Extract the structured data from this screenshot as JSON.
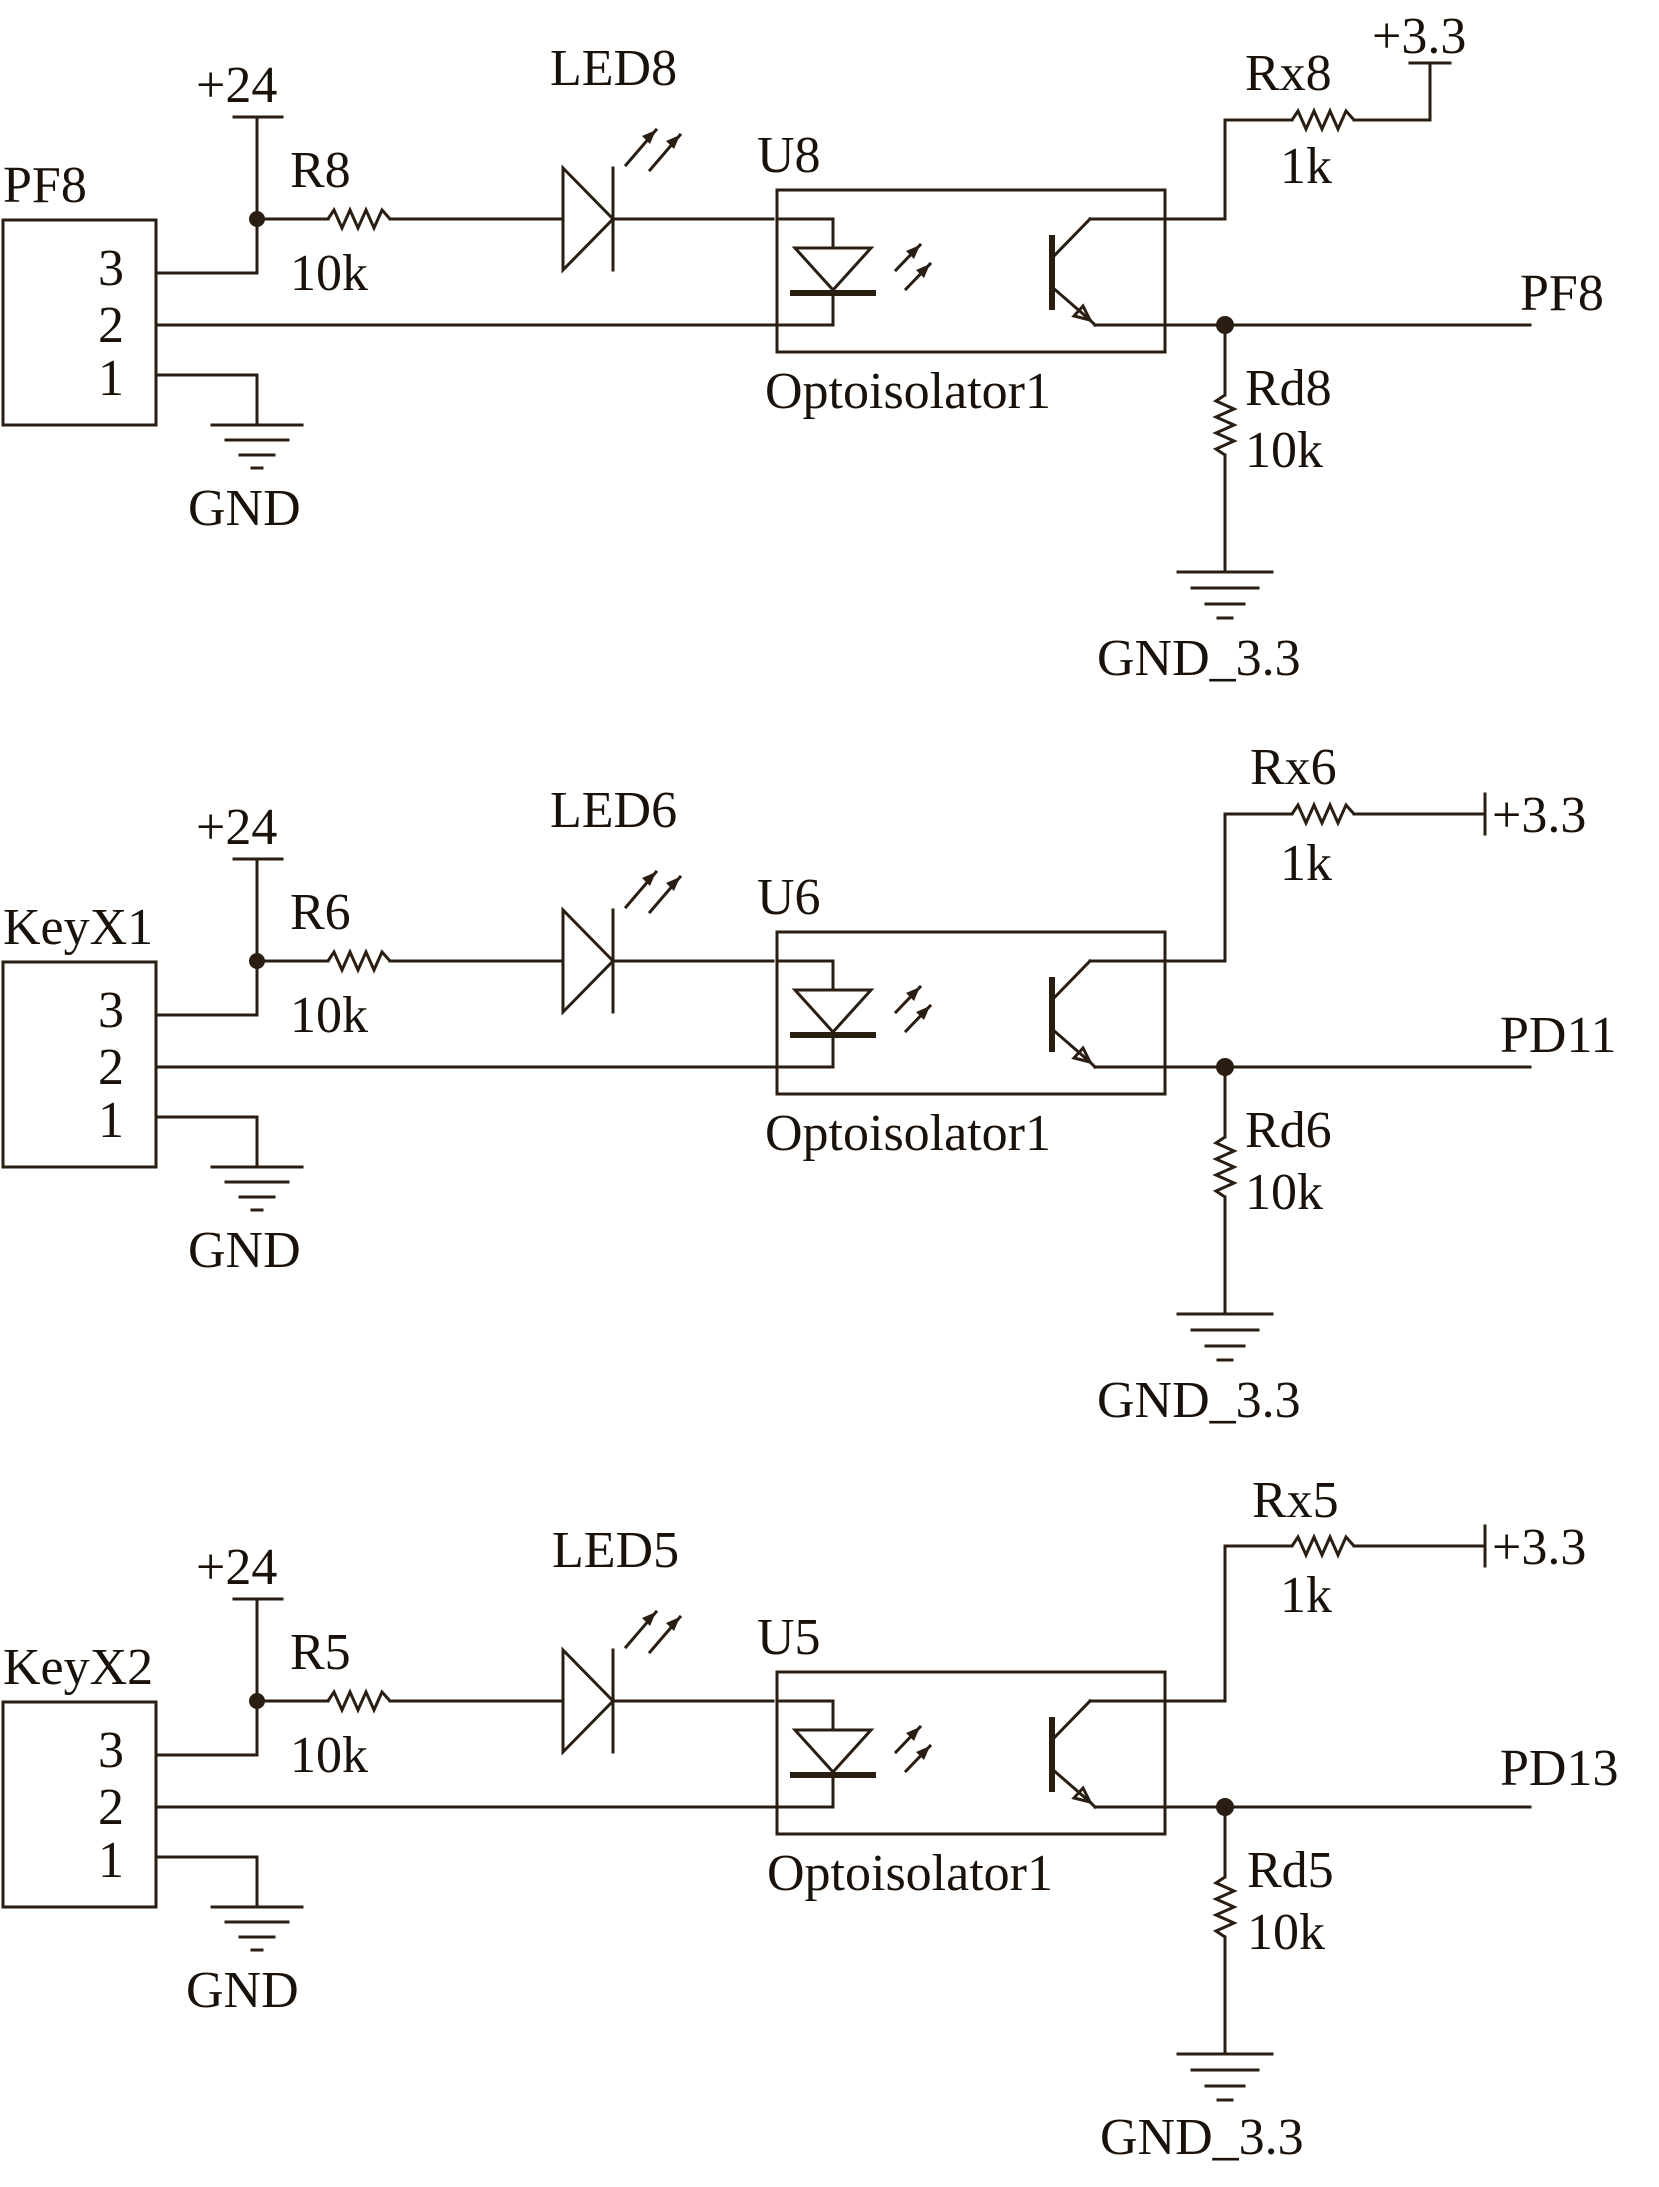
{
  "colors": {
    "ink": "#2a1d12",
    "background": "#ffffff"
  },
  "circuits": [
    {
      "connector": {
        "name": "PF8",
        "pins": [
          "3",
          "2",
          "1"
        ]
      },
      "supply": "+24",
      "ground": "GND",
      "resistor": {
        "name": "R8",
        "value": "10k"
      },
      "led": {
        "name": "LED8"
      },
      "optocoupler": {
        "name": "U8",
        "part": "Optoisolator1"
      },
      "pullup": {
        "name": "Rx8",
        "value": "1k",
        "supply": "+3.3"
      },
      "pulldown": {
        "name": "Rd8",
        "value": "10k",
        "ground": "GND_3.3"
      },
      "output": "PF8"
    },
    {
      "connector": {
        "name": "KeyX1",
        "pins": [
          "3",
          "2",
          "1"
        ]
      },
      "supply": "+24",
      "ground": "GND",
      "resistor": {
        "name": "R6",
        "value": "10k"
      },
      "led": {
        "name": "LED6"
      },
      "optocoupler": {
        "name": "U6",
        "part": "Optoisolator1"
      },
      "pullup": {
        "name": "Rx6",
        "value": "1k",
        "supply": "+3.3"
      },
      "pulldown": {
        "name": "Rd6",
        "value": "10k",
        "ground": "GND_3.3"
      },
      "output": "PD11"
    },
    {
      "connector": {
        "name": "KeyX2",
        "pins": [
          "3",
          "2",
          "1"
        ]
      },
      "supply": "+24",
      "ground": "GND",
      "resistor": {
        "name": "R5",
        "value": "10k"
      },
      "led": {
        "name": "LED5"
      },
      "optocoupler": {
        "name": "U5",
        "part": "Optoisolator1"
      },
      "pullup": {
        "name": "Rx5",
        "value": "1k",
        "supply": "+3.3"
      },
      "pulldown": {
        "name": "Rd5",
        "value": "10k",
        "ground": "GND_3.3"
      },
      "output": "PD13"
    }
  ]
}
